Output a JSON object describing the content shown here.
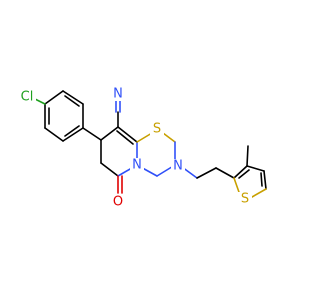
{
  "molecule": {
    "atoms": {
      "cl": "Cl",
      "n_nitrile": "N",
      "s_ring": "S",
      "n_ring": "N",
      "n_amine": "N",
      "s_thiophene": "S",
      "o_carbonyl": "O"
    },
    "colors": {
      "carbon": "#000000",
      "nitrogen": "#3050f8",
      "sulfur": "#c8a000",
      "chlorine": "#1fa01f",
      "oxygen": "#e00000"
    }
  }
}
